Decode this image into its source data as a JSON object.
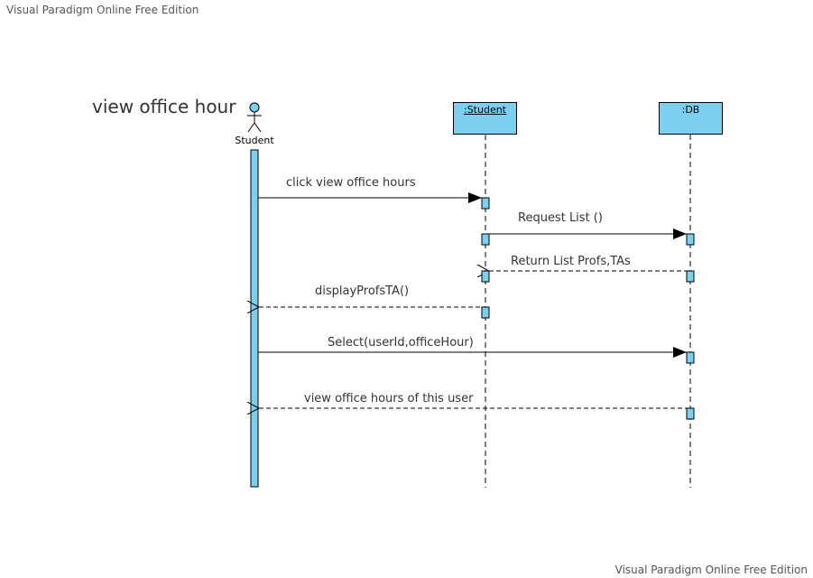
{
  "watermark": "Visual Paradigm Online Free Edition",
  "title": "view office hour",
  "colors": {
    "activation_fill": "#7dcff0",
    "lifeline_head_fill": "#7dcff0",
    "line": "#000000",
    "text": "#333333"
  },
  "actor": {
    "label": "Student",
    "icon": "stick-figure-icon"
  },
  "lifelines": [
    {
      "label": ":Student"
    },
    {
      "label": ":DB"
    }
  ],
  "messages": [
    {
      "label": "click view office hours",
      "from": "Student",
      "to": ":Student",
      "kind": "synchronous"
    },
    {
      "label": "Request List ()",
      "from": ":Student",
      "to": ":DB",
      "kind": "synchronous"
    },
    {
      "label": "Return List Profs,TAs",
      "from": ":DB",
      "to": ":Student",
      "kind": "return"
    },
    {
      "label": "displayProfsTA()",
      "from": ":Student",
      "to": "Student",
      "kind": "return"
    },
    {
      "label": "Select(userId,officeHour)",
      "from": "Student",
      "to": ":DB",
      "kind": "synchronous"
    },
    {
      "label": "view office hours of this user",
      "from": ":DB",
      "to": "Student",
      "kind": "return"
    }
  ]
}
